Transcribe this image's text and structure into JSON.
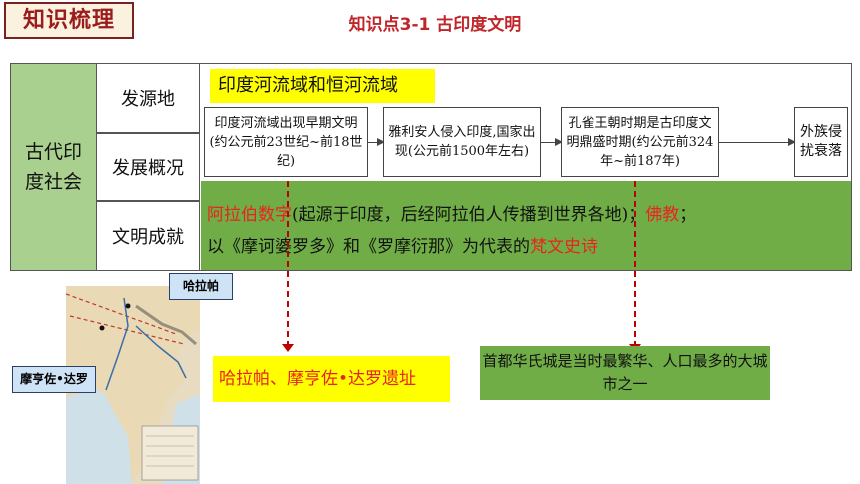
{
  "header": {
    "badge": "知识梳理",
    "title": "知识点3-1 古印度文明"
  },
  "table": {
    "main_label": "古代印度社会",
    "rows": {
      "origin": "发源地",
      "development": "发展概况",
      "achievements": "文明成就"
    },
    "origin_value": "印度河流域和恒河流域",
    "stages": [
      "印度河流域出现早期文明(约公元前23世纪~前18世纪)",
      "雅利安人侵入印度,国家出现(公元前1500年左右)",
      "孔雀王朝时期是古印度文明鼎盛时期(约公元前324年~前187年)",
      "外族侵扰衰落"
    ],
    "achievement_line1": {
      "term1": "阿拉伯数字",
      "text1": "(起源于印度，后经阿拉伯人传播到世界各地)；",
      "term2": "佛教",
      "text2": "；"
    },
    "achievement_line2": {
      "text1": "以《摩诃婆罗多》和《罗摩衍那》为代表的",
      "term": "梵文史诗"
    }
  },
  "notes": {
    "sites": "哈拉帕、摩亨佐•达罗遗址",
    "city": "首都华氏城是当时最繁华、人口最多的大城市之一"
  },
  "map": {
    "label_harappa": "哈拉帕",
    "label_mohenjo": "摩亨佐•达罗"
  },
  "colors": {
    "accent_red": "#e8241f",
    "highlight_yellow": "#ffff00",
    "green": "#70ad47",
    "light_green": "#a9d08e"
  }
}
